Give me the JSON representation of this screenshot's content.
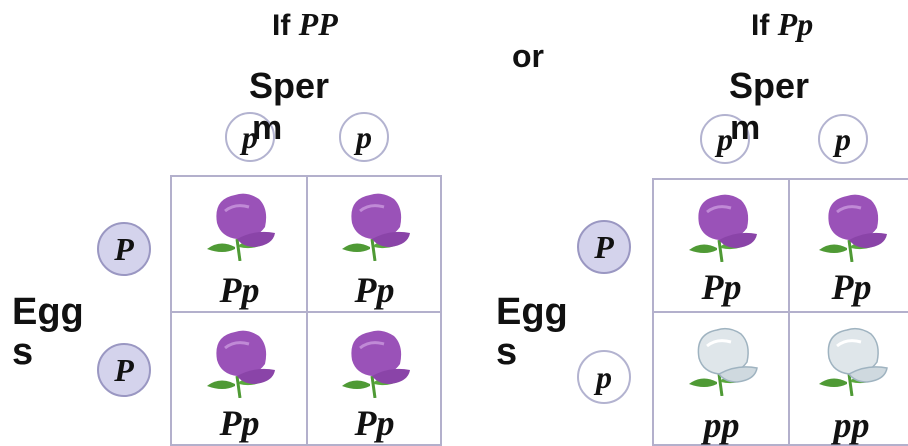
{
  "left": {
    "title_prefix": "If",
    "title_genotype": "PP",
    "sperm_label_line1": "Sper",
    "sperm_label_line2": "m",
    "sperm_alleles": [
      "p",
      "p"
    ],
    "eggs_label_line1": "Egg",
    "eggs_label_line2": "s",
    "egg_alleles": [
      "P",
      "P"
    ],
    "cells": [
      "Pp",
      "Pp",
      "Pp",
      "Pp"
    ]
  },
  "connector": "or",
  "right": {
    "title_prefix": "If",
    "title_genotype": "Pp",
    "sperm_label_line1": "Sper",
    "sperm_label_line2": "m",
    "sperm_alleles": [
      "p",
      "p"
    ],
    "eggs_label_line1": "Egg",
    "eggs_label_line2": "s",
    "egg_alleles": [
      "P",
      "p"
    ],
    "cells": [
      "Pp",
      "Pp",
      "pp",
      "pp"
    ]
  },
  "colors": {
    "purple_flower": "#9a52b8",
    "white_flower": "#dfe6ea",
    "stem": "#4f9a35",
    "egg_fill": "#d4d3ec",
    "grid_line": "#b3b0cc"
  }
}
